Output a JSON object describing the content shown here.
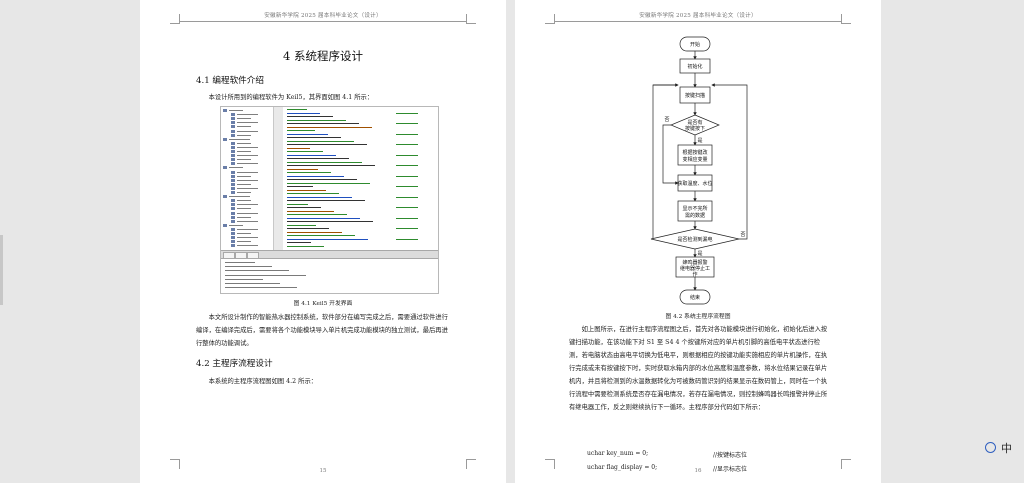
{
  "running_header": "安徽新华学院 2025 届本科毕业论文（设计）",
  "left_page": {
    "chapter_title": "4 系统程序设计",
    "section1_title": "4.1 编程软件介绍",
    "para1": "本设计所用到的编程软件为 Keil5，其界面如图 4.1 所示：",
    "figure_caption": "图 4.1 Keil5 开发界面",
    "para2": "本文所设计制作的智能热水器控制系统，软件部分在编写完成之后，需要通过软件进行编译，在编译完成后，需要将各个功能模块导入单片机完成功能模块的独立测试，最后再进行整体的功能调试。",
    "section2_title": "4.2 主程序流程设计",
    "para3": "本系统的主程序流程图如图 4.2 所示：",
    "page_number": "15"
  },
  "right_page": {
    "flowchart": {
      "start": "开始",
      "init": "初始化",
      "key_scan": "按键扫描",
      "decision_key": [
        "是否有",
        "按键按下"
      ],
      "process_key": [
        "根据按键改",
        "变相应变量"
      ],
      "read_data": "获取温度、水位",
      "display": [
        "显示不完所",
        "需的数据"
      ],
      "decision_leak": "是否检测到漏电",
      "alarm": [
        "蜂鸣器报警",
        "继电器停止工",
        "作"
      ],
      "end": "结束",
      "yes": "是",
      "no": "否"
    },
    "figure_caption": "图 4.2 系统主程序流程图",
    "para1": "如上图所示，在进行主程序流程图之后，首先对各功能模块进行初始化，初始化后进入按键扫描功能，在该功能下对 S1 至 S4 4 个按键所对应的单片机引脚的高低电平状态进行检测，若电脑状态由高电平切换为低电平，则根据相应的按键功能实施相应的单片机操作，在执行完成或未有按键按下时，实时获取水箱内部的水位高度和温度参数，将水位结果记录在单片机内，并且将检测到的水温数据转化为可被数码管识别的结果显示在数码管上，同时在一个执行流程中需要检测系统是否存在漏电情况，若存在漏电情况，则控制蜂鸣器长鸣报警并停止所有继电器工作，反之则继续执行下一循环。主程序部分代码如下所示：",
    "code_lines": [
      {
        "code": "uchar key_num = 0;",
        "comment": "//按键标志位"
      },
      {
        "code": "uchar flag_display = 0;",
        "comment": "//显示标志位"
      }
    ],
    "page_number": "16"
  },
  "overlay": {
    "ime_label": "中"
  }
}
